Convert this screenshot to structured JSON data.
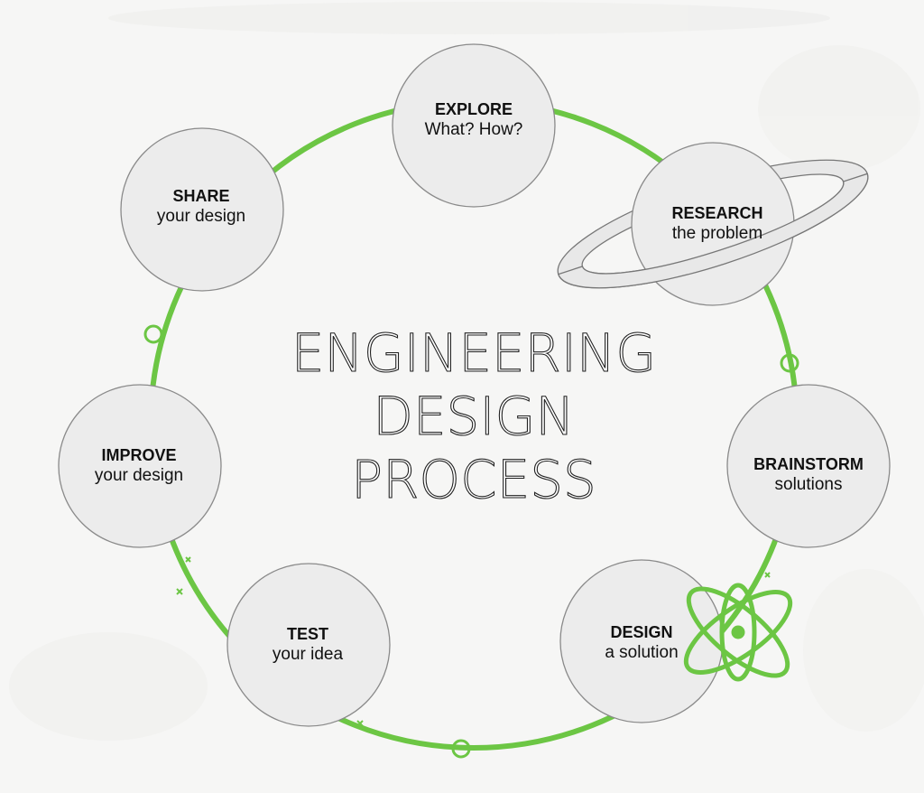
{
  "diagram": {
    "title_lines": [
      "ENGINEERING",
      "DESIGN",
      "PROCESS"
    ],
    "steps": [
      {
        "head": "EXPLORE",
        "sub": "What? How?"
      },
      {
        "head": "RESEARCH",
        "sub": "the problem"
      },
      {
        "head": "BRAINSTORM",
        "sub": "solutions"
      },
      {
        "head": "DESIGN",
        "sub": "a solution"
      },
      {
        "head": "TEST",
        "sub": "your idea"
      },
      {
        "head": "IMPROVE",
        "sub": "your design"
      },
      {
        "head": "SHARE",
        "sub": "your design"
      }
    ],
    "colors": {
      "ring": "#6cc644",
      "circle_fill": "#ececec",
      "circle_stroke": "#8a8a8a",
      "background": "#f6f6f5",
      "text": "#111111"
    }
  }
}
